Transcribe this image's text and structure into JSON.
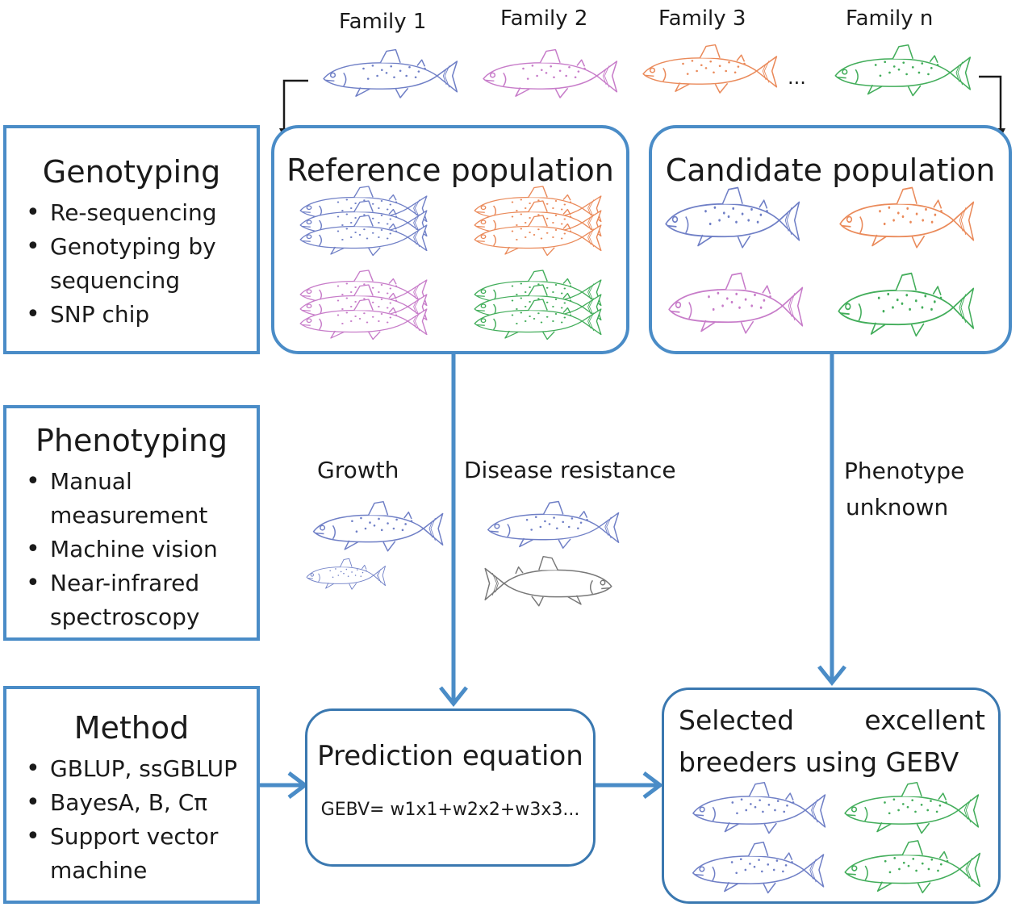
{
  "families": [
    "Family 1",
    "Family 2",
    "Family 3",
    "Family n"
  ],
  "families_ellipsis": "...",
  "genotyping": {
    "title": "Genotyping",
    "items": [
      "Re-sequencing",
      "Genotyping by sequencing",
      "SNP chip"
    ]
  },
  "phenotyping": {
    "title": "Phenotyping",
    "items": [
      "Manual measurement",
      "Machine vision",
      "Near-infrared spectroscopy"
    ]
  },
  "method": {
    "title": "Method",
    "items": [
      "GBLUP, ssGBLUP",
      "BayesA, B, Cπ",
      "Support vector machine"
    ]
  },
  "reference": {
    "title": "Reference population"
  },
  "candidate": {
    "title": "Candidate population"
  },
  "traits": {
    "growth": "Growth",
    "disease": "Disease resistance"
  },
  "phenotype_unknown": {
    "line1": "Phenotype",
    "line2": "unknown"
  },
  "prediction": {
    "title": "Prediction equation",
    "equation": "GEBV= w1x1+w2x2+w3x3..."
  },
  "selected": {
    "line1_left": "Selected",
    "line1_right": "excellent",
    "line2": "breeders using GEBV"
  },
  "colors": {
    "arrow": "#4a8cc7",
    "box_border": "#3a78b0",
    "blue_fish": "#6f7fc6",
    "orange_fish": "#ea8a5a",
    "pink_fish": "#c77cc9",
    "green_fish": "#42ad5a",
    "gray_fish": "#777777"
  },
  "icons": [
    "fish-icon",
    "arrow-icon"
  ]
}
